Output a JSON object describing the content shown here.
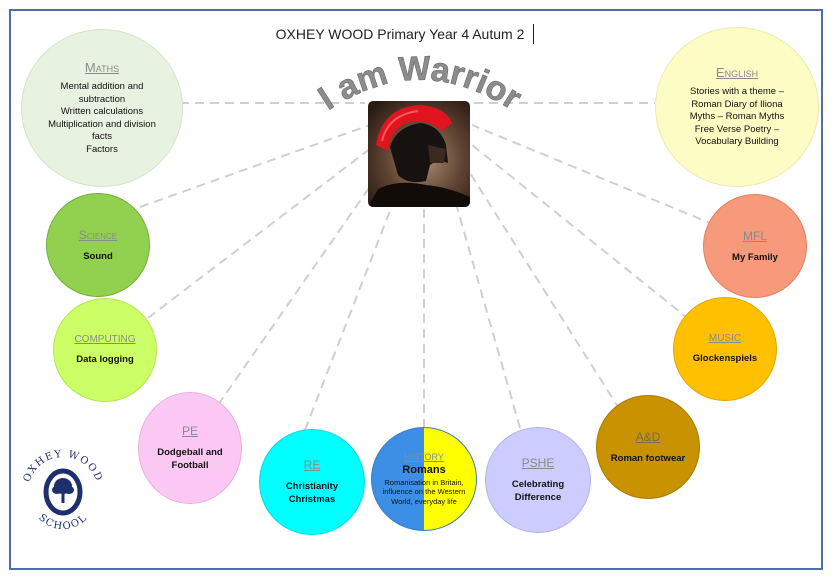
{
  "title": "OXHEY WOOD Primary Year 4 Autum 2",
  "centre_title": "I am Warrior",
  "subjects": {
    "maths": {
      "heading": "Maths",
      "items": [
        "Mental addition and subtraction",
        "Written calculations",
        "Multiplication and division facts",
        "Factors"
      ]
    },
    "english": {
      "heading": "English",
      "items": [
        "Stories with a theme – Roman Diary of Iliona",
        "Myths – Roman Myths",
        "Free Verse Poetry –",
        "Vocabulary Building"
      ]
    },
    "science": {
      "heading": "Science",
      "text": "Sound"
    },
    "mfl": {
      "heading": "MFL",
      "text": "My Family"
    },
    "computing": {
      "heading": "COMPUTING",
      "text": "Data logging"
    },
    "music": {
      "heading": "MUSIC",
      "text": "Glockenspiels"
    },
    "pe": {
      "heading": "PE",
      "text": "Dodgeball and Football"
    },
    "dt": {
      "heading": "A&D",
      "text": "Roman footwear"
    },
    "re": {
      "heading": "RE",
      "text": "Christianity Christmas"
    },
    "history": {
      "heading": "HISTORY",
      "topic": "Romans",
      "text": "Romanisation in Britain, influence on the Western World, everyday life"
    },
    "pshe": {
      "heading": "PSHE",
      "text": "Celebrating Difference"
    }
  },
  "school_logo": {
    "top": "OXHEY WOOD",
    "bottom": "SCHOOL"
  },
  "colors": {
    "maths": "#e8f2e0",
    "english": "#fdfcc4",
    "science": "#92d050",
    "mfl": "#f79a7b",
    "computing": "#ccff66",
    "music": "#ffc000",
    "pe": "#fbc8f4",
    "dt": "#c89200",
    "re": "#00ffff",
    "history_left": "#3d8fe6",
    "history_right": "#ffff00",
    "pshe": "#ccccff"
  }
}
